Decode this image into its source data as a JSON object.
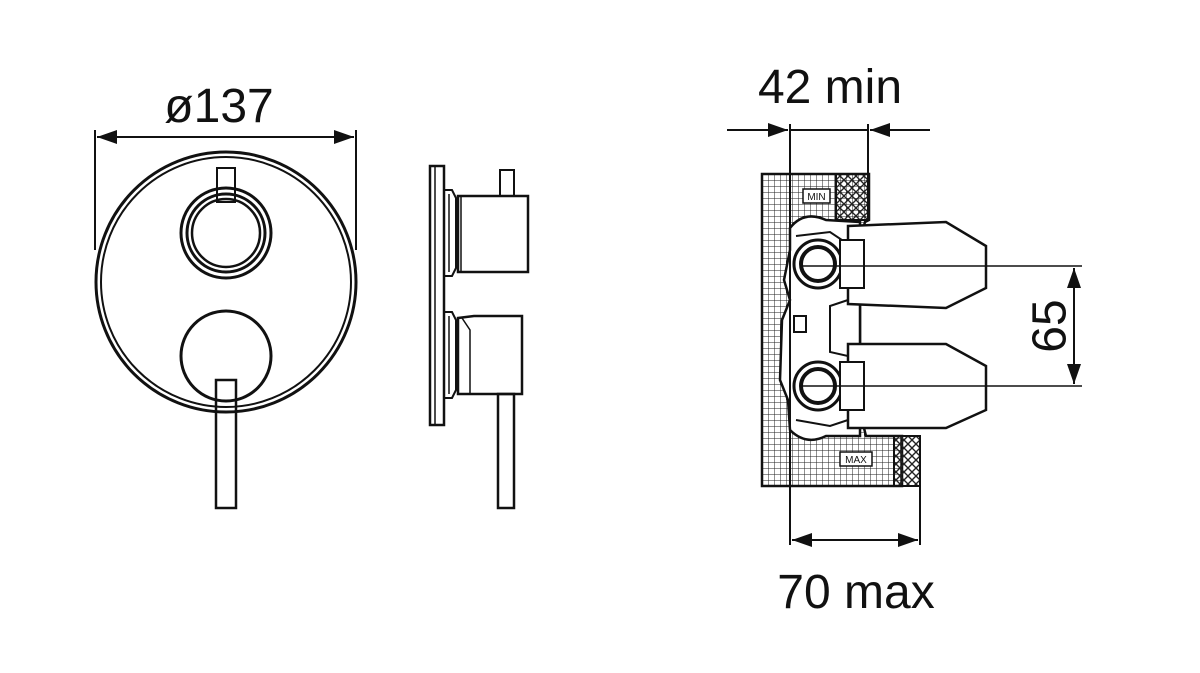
{
  "labels": {
    "diameter": "ø137",
    "depth_min": "42 min",
    "depth_max": "70 max",
    "spacing": "65",
    "tag_min": "MIN",
    "tag_max": "MAX"
  },
  "colors": {
    "line": "#111111",
    "background": "#ffffff"
  }
}
